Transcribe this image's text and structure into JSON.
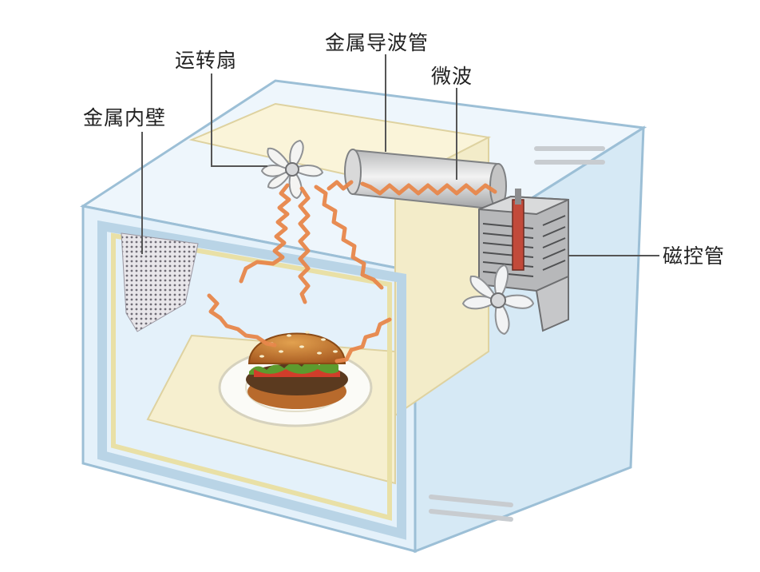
{
  "labels": {
    "metal_wall": "金属内壁",
    "stirrer_fan": "运转扇",
    "waveguide": "金属导波管",
    "microwave": "微波",
    "magnetron": "磁控管"
  },
  "colors": {
    "wave": "#e8874b",
    "case_fill": "#e5f2fa",
    "case_stroke": "#9cbfd6",
    "cavity_fill": "#f5f0cf",
    "leader": "#555555"
  },
  "icons": {
    "fan": "fan-icon",
    "food": "hamburger-icon",
    "magnetron": "magnetron-icon"
  }
}
